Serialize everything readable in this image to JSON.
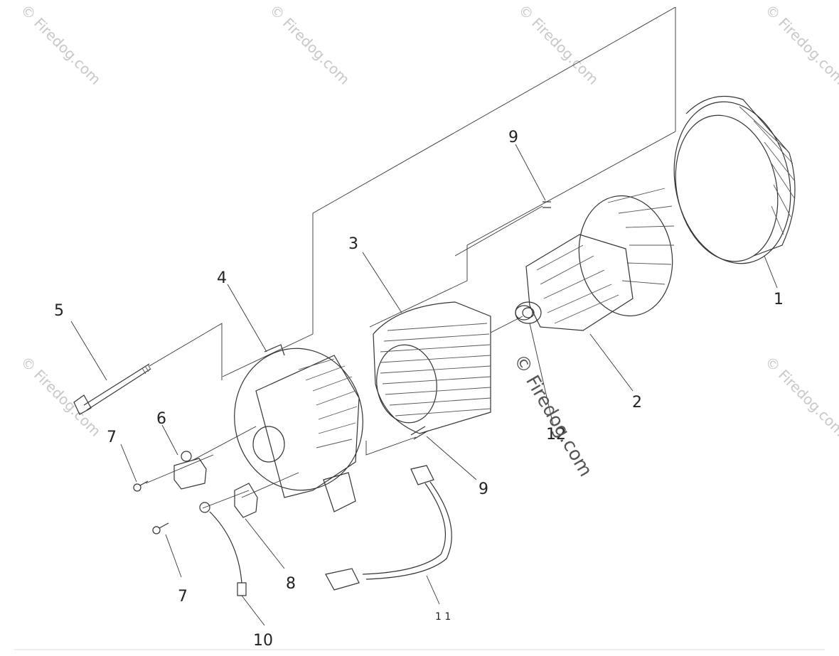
{
  "watermark_text": "© Firedog.com",
  "callouts": {
    "p1": "1",
    "p2": "2",
    "p3": "3",
    "p4": "4",
    "p5": "5",
    "p6": "6",
    "p7a": "7",
    "p7b": "7",
    "p8": "8",
    "p9a": "9",
    "p9b": "9",
    "p10": "10",
    "p11": "1 1",
    "p12": "12"
  }
}
